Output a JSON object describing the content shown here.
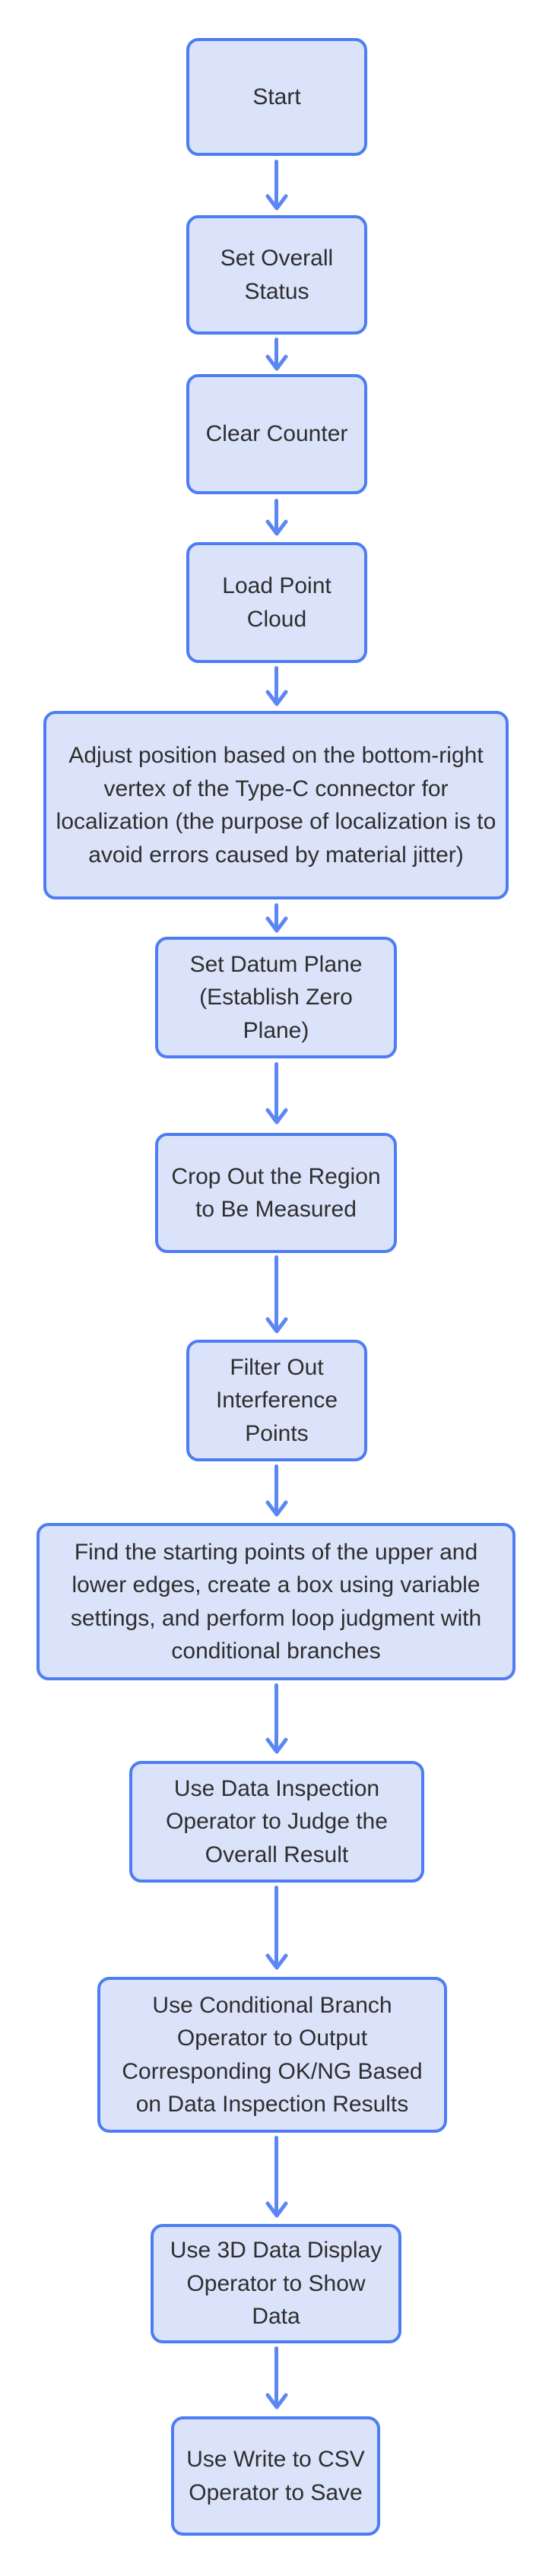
{
  "diagram": {
    "type": "flowchart",
    "direction": "top-down",
    "colors": {
      "background": "#ffffff",
      "node_fill": "#dbe3fa",
      "node_border": "#4d7df2",
      "arrow": "#5b87f5",
      "text": "#2e2e2e"
    },
    "nodes": [
      {
        "id": "start",
        "label": "Start"
      },
      {
        "id": "set-overall-status",
        "label": "Set Overall Status"
      },
      {
        "id": "clear-counter",
        "label": "Clear Counter"
      },
      {
        "id": "load-point-cloud",
        "label": "Load Point Cloud"
      },
      {
        "id": "adjust-position-localization",
        "label": "Adjust position based on the bottom-right vertex of the Type-C connector for localization (the purpose of localization is to avoid errors caused by material jitter)"
      },
      {
        "id": "set-datum-plane",
        "label": "Set Datum Plane (Establish Zero Plane)"
      },
      {
        "id": "crop-region",
        "label": "Crop Out the Region to Be Measured"
      },
      {
        "id": "filter-interference-points",
        "label": "Filter Out Interference Points"
      },
      {
        "id": "find-edges-loop-judgment",
        "label": "Find the starting points of the upper and lower edges, create a box using variable settings, and perform loop judgment with conditional branches"
      },
      {
        "id": "data-inspection-judge",
        "label": "Use Data Inspection Operator to Judge the Overall Result"
      },
      {
        "id": "conditional-branch-output",
        "label": "Use Conditional Branch Operator to Output Corresponding OK/NG Based on Data Inspection Results"
      },
      {
        "id": "3d-data-display",
        "label": "Use 3D Data Display Operator to Show Data"
      },
      {
        "id": "write-to-csv",
        "label": "Use Write to CSV Operator to Save"
      }
    ],
    "edges": [
      {
        "from": "start",
        "to": "set-overall-status"
      },
      {
        "from": "set-overall-status",
        "to": "clear-counter"
      },
      {
        "from": "clear-counter",
        "to": "load-point-cloud"
      },
      {
        "from": "load-point-cloud",
        "to": "adjust-position-localization"
      },
      {
        "from": "adjust-position-localization",
        "to": "set-datum-plane"
      },
      {
        "from": "set-datum-plane",
        "to": "crop-region"
      },
      {
        "from": "crop-region",
        "to": "filter-interference-points"
      },
      {
        "from": "filter-interference-points",
        "to": "find-edges-loop-judgment"
      },
      {
        "from": "find-edges-loop-judgment",
        "to": "data-inspection-judge"
      },
      {
        "from": "data-inspection-judge",
        "to": "conditional-branch-output"
      },
      {
        "from": "conditional-branch-output",
        "to": "3d-data-display"
      },
      {
        "from": "3d-data-display",
        "to": "write-to-csv"
      }
    ]
  }
}
